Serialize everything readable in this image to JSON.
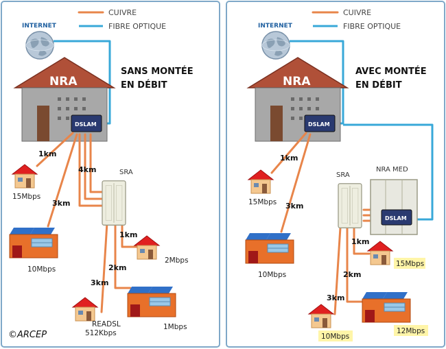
{
  "legend": {
    "copper_label": "CUIVRE",
    "fibre_label": "FIBRE OPTIQUE"
  },
  "internet_label": "INTERNET",
  "nra_label": "NRA",
  "dslam_label": "DSLAM",
  "sra_label": "SRA",
  "nra_med_label": "NRA MED",
  "copyright": "©ARCEP",
  "colors": {
    "copper": "#e8854a",
    "fibre": "#38a8d8",
    "highlight": "#fff5a8"
  },
  "left": {
    "title_line1": "SANS MONTÉE",
    "title_line2": "EN DÉBIT",
    "links": [
      {
        "distance": "1km",
        "speed": "15Mbps"
      },
      {
        "distance": "3km",
        "speed": "10Mbps"
      },
      {
        "distance": "4km",
        "speed": ""
      },
      {
        "distance": "1km",
        "speed": "2Mbps"
      },
      {
        "distance": "2km",
        "speed": "1Mbps"
      },
      {
        "distance": "3km",
        "speed_line1": "READSL",
        "speed_line2": "512Kbps"
      }
    ]
  },
  "right": {
    "title_line1": "AVEC MONTÉE",
    "title_line2": "EN DÉBIT",
    "links": [
      {
        "distance": "1km",
        "speed": "15Mbps"
      },
      {
        "distance": "3km",
        "speed": "10Mbps"
      },
      {
        "distance": "1km",
        "speed": "15Mbps"
      },
      {
        "distance": "2km",
        "speed": "12Mbps"
      },
      {
        "distance": "3km",
        "speed": "10Mbps"
      }
    ]
  }
}
